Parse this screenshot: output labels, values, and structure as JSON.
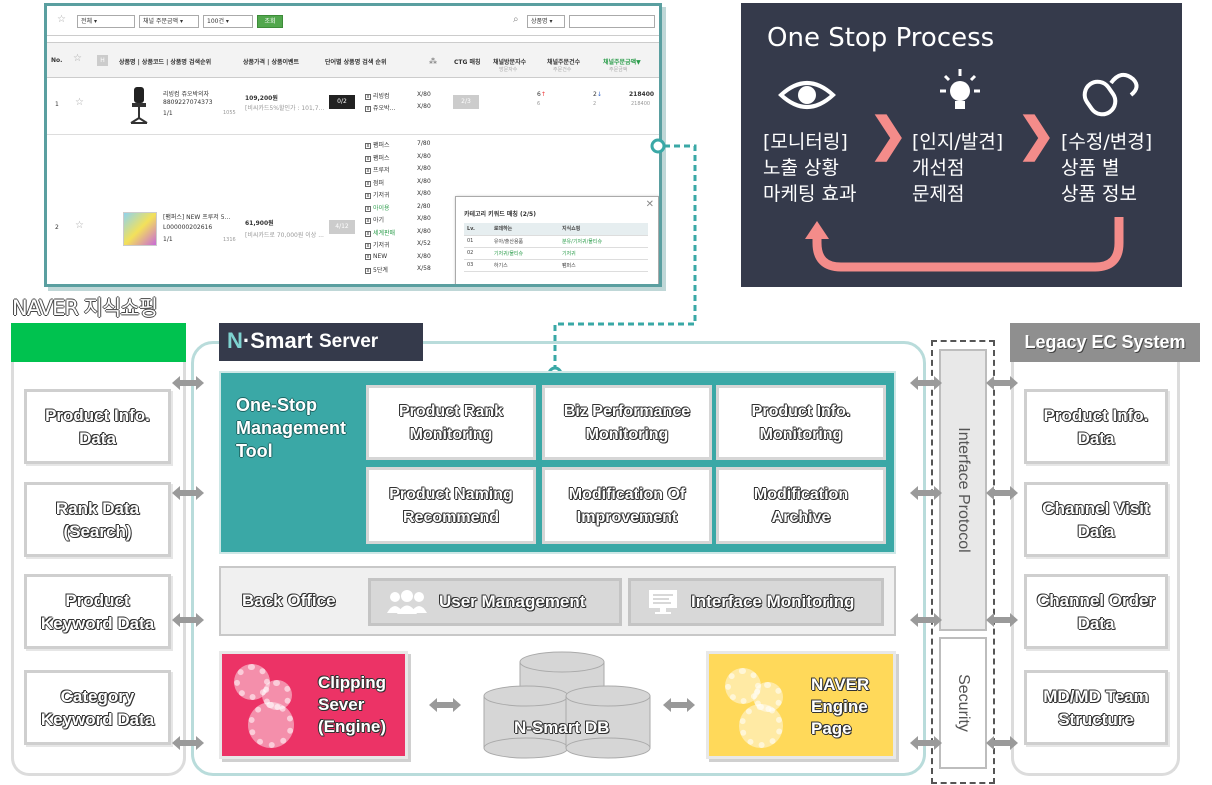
{
  "screenshot": {
    "filter": {
      "select1": "전체",
      "select2": "채널 주문금액",
      "select3": "100건",
      "search_btn": "조회",
      "select4": "상품명"
    },
    "columns": [
      "No.",
      "",
      "",
      "상품명 | 상품코드 | 상품명 검색순위",
      "상품가격 | 상품이벤트",
      "단어별 상품명 검색 순위",
      "",
      "CTG 매칭",
      "채널방문자수",
      "채널주문건수",
      "채널주문금액▼"
    ],
    "subcolumns": [
      "방문자수",
      "주문건수",
      "주문금액"
    ],
    "rows": [
      {
        "no": "1",
        "name": "리빙컴 쥬오박의자",
        "code": "8809227074373",
        "rank": "1/1",
        "count": "1055",
        "price": "109,200원",
        "event": "[비씨카드5%할인가 : 101,7...",
        "word_score": "0/2",
        "words": [
          "리빙컴",
          "쥬오박..."
        ],
        "word_ranks": [
          "X/80",
          "X/80"
        ],
        "ctg": "2/3",
        "visit": "6",
        "visit_sub": "6",
        "orders": "2",
        "orders_sub": "2",
        "amount": "218400",
        "amount_sub": "218400"
      },
      {
        "no": "2",
        "name": "[팸퍼스] NEW 프루저 5...",
        "code": "L000000202616",
        "rank": "1/1",
        "count": "1316",
        "price": "61,900원",
        "event": "[비씨카드로 70,000원 이상 ...",
        "word_score": "4/12",
        "words": [
          "팸퍼스",
          "팸퍼스",
          "프루저",
          "점퍼",
          "기저귀",
          "아이용",
          "아기",
          "세계판매",
          "기저귀",
          "NEW",
          "5단계"
        ],
        "word_ranks": [
          "7/80",
          "X/80",
          "X/80",
          "X/80",
          "X/80",
          "2/80",
          "X/80",
          "X/80",
          "X/52",
          "X/80",
          "X/58"
        ]
      }
    ],
    "popup": {
      "title": "카테고리 키워드 매칭 (2/5)",
      "headers": [
        "Lv.",
        "로데하는",
        "지식쇼핑"
      ],
      "rows": [
        [
          "01",
          "유아/출산용품",
          "분유/기저귀/물티슈"
        ],
        [
          "02",
          "기저귀/물티슈",
          "기저귀"
        ],
        [
          "03",
          "하기스",
          "팸퍼스"
        ]
      ]
    }
  },
  "one_stop": {
    "title": "One Stop Process",
    "step1": [
      "[모니터링]",
      "노출 상황",
      "마케팅 효과"
    ],
    "step2": [
      "[인지/발견]",
      "개선점",
      "문제점"
    ],
    "step3": [
      "[수정/변경]",
      "상품 별",
      "상품 정보"
    ],
    "icons": [
      "eye-icon",
      "lightbulb-icon",
      "mouse-icon"
    ],
    "arrow_color": "#f48c8a"
  },
  "naver": {
    "label": "NAVER 지식쇼핑",
    "color": "#00c24f",
    "items": [
      "Product Info.\nData",
      "Rank Data\n(Search)",
      "Product\nKeyword Data",
      "Category\nKeyword Data"
    ]
  },
  "server": {
    "brand_n": "N",
    "brand_rest": "·Smart",
    "label": "Server",
    "tool_title": "One-Stop\nManagement\nTool",
    "modules": [
      "Product Rank\nMonitoring",
      "Biz Performance\nMonitoring",
      "Product Info.\nMonitoring",
      "Product Naming\nRecommend",
      "Modification Of\nImprovement",
      "Modification\nArchive"
    ],
    "back_office": "Back Office",
    "user_mgmt": "User Management",
    "iface_mon": "Interface Monitoring",
    "clipping": "Clipping\nSever\n(Engine)",
    "db": "N-Smart DB",
    "naver_engine": "NAVER\nEngine\nPage",
    "colors": {
      "teal": "#3aa8a6",
      "clip": "#ec3366",
      "engine": "#ffd95a",
      "dark": "#353a4b"
    }
  },
  "interface": {
    "protocol": "Interface Protocol",
    "security": "Security"
  },
  "legacy": {
    "label": "Legacy EC System",
    "items": [
      "Product Info.\nData",
      "Channel Visit\nData",
      "Channel Order\nData",
      "MD/MD Team\nStructure"
    ]
  }
}
